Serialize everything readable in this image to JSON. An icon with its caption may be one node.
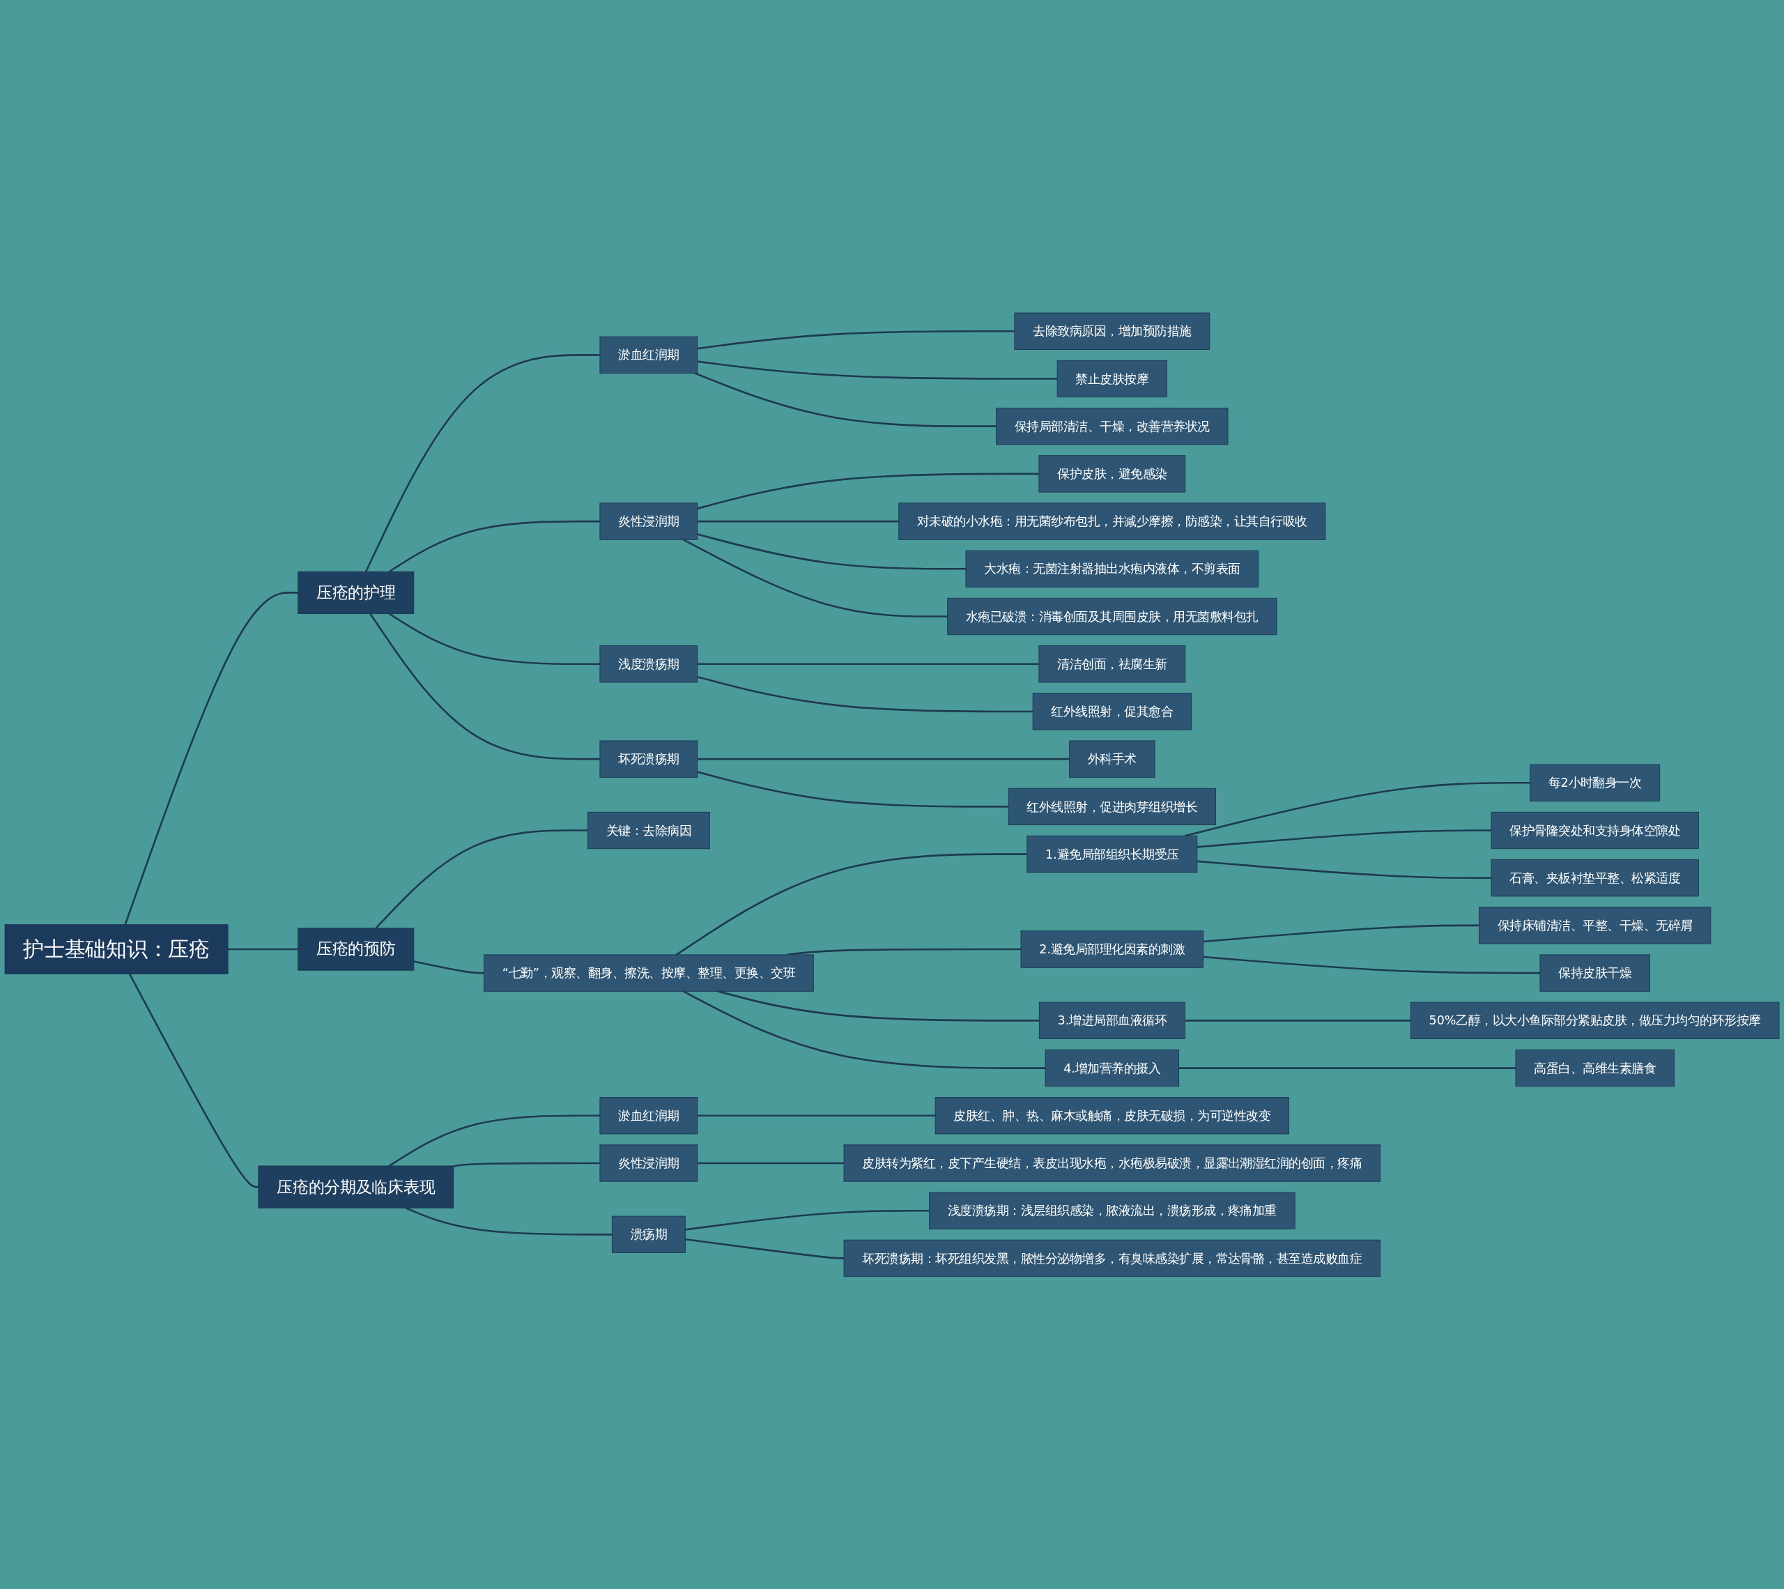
{
  "diagram": {
    "nodes": [
      {
        "text": [
          "护士基础知识：压疮"
        ]
      },
      {
        "text": [
          "压疮的护理"
        ]
      },
      {
        "text": [
          "淤血红润期"
        ]
      },
      {
        "text": [
          "去除致病原因，增加预防措施"
        ]
      },
      {
        "text": [
          "禁止皮肤按摩"
        ]
      },
      {
        "text": [
          "保持局部清洁、干燥，改善营养状况"
        ]
      },
      {
        "text": [
          "炎性浸润期"
        ]
      },
      {
        "text": [
          "保护皮肤，避免感染"
        ]
      },
      {
        "text": [
          "对未破的小水疱：用无菌纱布包扎，并减少摩擦，防感染，让其自行吸收"
        ]
      },
      {
        "text": [
          "大水疱：无菌注射器抽出水疱内液体，不剪表面"
        ]
      },
      {
        "text": [
          "水疱已破溃：消毒创面及其周围皮肤，用无菌敷料包扎"
        ]
      },
      {
        "text": [
          "浅度溃疡期"
        ]
      },
      {
        "text": [
          "清洁创面，祛腐生新"
        ]
      },
      {
        "text": [
          "红外线照射，促其愈合"
        ]
      },
      {
        "text": [
          "坏死溃疡期"
        ]
      },
      {
        "text": [
          "外科手术"
        ]
      },
      {
        "text": [
          "红外线照射，促进肉芽组织增长"
        ]
      },
      {
        "text": [
          "压疮的预防"
        ]
      },
      {
        "text": [
          "关键：去除病因"
        ]
      },
      {
        "text": [
          "“七勤”，观察、翻身、擦洗、按摩、整理、更换、交班"
        ]
      },
      {
        "text": [
          "1.避免局部组织长期受压"
        ]
      },
      {
        "text": [
          "每2小时翻身一次"
        ]
      },
      {
        "text": [
          "保护骨隆突处和支持身体空隙处"
        ]
      },
      {
        "text": [
          "石膏、夹板衬垫平整、松紧适度"
        ]
      },
      {
        "text": [
          "2.避免局部理化因素的刺激"
        ]
      },
      {
        "text": [
          "保持床铺清洁、平整、干燥、无碎屑"
        ]
      },
      {
        "text": [
          "保持皮肤干燥"
        ]
      },
      {
        "text": [
          "3.增进局部血液循环"
        ]
      },
      {
        "text": [
          "50%乙醇，以大小鱼际部分紧贴皮肤，做压力均匀的环形按摩"
        ]
      },
      {
        "text": [
          "4.增加营养的摄入"
        ]
      },
      {
        "text": [
          "高蛋白、高维生素膳食"
        ]
      },
      {
        "text": [
          "压疮的分期及临床表现"
        ]
      },
      {
        "text": [
          "淤血红润期"
        ]
      },
      {
        "text": [
          "皮肤红、肿、热、麻木或触痛，皮肤无破损，为可逆性改变"
        ]
      },
      {
        "text": [
          "炎性浸润期"
        ]
      },
      {
        "text": [
          "皮肤转为紫红，皮下产生硬结，表皮出现水疱，水疱极易破溃，显露出潮湿红润的创面，疼痛"
        ]
      },
      {
        "text": [
          "溃疡期"
        ]
      },
      {
        "text": [
          "浅度溃疡期：浅层组织感染，脓液流出，溃疡形成，疼痛加重"
        ]
      },
      {
        "text": [
          "坏死溃疡期：坏死组织发黑，脓性分泌物增多，有臭味感染扩展，常达骨骼，甚至造成败血症"
        ]
      }
    ],
    "edges": [
      {
        "from": 0,
        "to": 1,
        "arrow": "none"
      },
      {
        "from": 1,
        "to": 2,
        "arrow": "none"
      },
      {
        "from": 2,
        "to": 3,
        "arrow": "none"
      },
      {
        "from": 2,
        "to": 4,
        "arrow": "none"
      },
      {
        "from": 2,
        "to": 5,
        "arrow": "none"
      },
      {
        "from": 1,
        "to": 6,
        "arrow": "none"
      },
      {
        "from": 6,
        "to": 7,
        "arrow": "none"
      },
      {
        "from": 6,
        "to": 8,
        "arrow": "none"
      },
      {
        "from": 6,
        "to": 9,
        "arrow": "none"
      },
      {
        "from": 6,
        "to": 10,
        "arrow": "none"
      },
      {
        "from": 1,
        "to": 11,
        "arrow": "none"
      },
      {
        "from": 11,
        "to": 12,
        "arrow": "none"
      },
      {
        "from": 11,
        "to": 13,
        "arrow": "none"
      },
      {
        "from": 1,
        "to": 14,
        "arrow": "none"
      },
      {
        "from": 14,
        "to": 15,
        "arrow": "none"
      },
      {
        "from": 14,
        "to": 16,
        "arrow": "none"
      },
      {
        "from": 0,
        "to": 17,
        "arrow": "none"
      },
      {
        "from": 17,
        "to": 18,
        "arrow": "none"
      },
      {
        "from": 17,
        "to": 19,
        "arrow": "none"
      },
      {
        "from": 19,
        "to": 20,
        "arrow": "none"
      },
      {
        "from": 20,
        "to": 21,
        "arrow": "none"
      },
      {
        "from": 20,
        "to": 22,
        "arrow": "none"
      },
      {
        "from": 20,
        "to": 23,
        "arrow": "none"
      },
      {
        "from": 19,
        "to": 24,
        "arrow": "none"
      },
      {
        "from": 24,
        "to": 25,
        "arrow": "none"
      },
      {
        "from": 24,
        "to": 26,
        "arrow": "none"
      },
      {
        "from": 19,
        "to": 27,
        "arrow": "none"
      },
      {
        "from": 27,
        "to": 28,
        "arrow": "none"
      },
      {
        "from": 19,
        "to": 29,
        "arrow": "none"
      },
      {
        "from": 29,
        "to": 30,
        "arrow": "none"
      },
      {
        "from": 0,
        "to": 31,
        "arrow": "none"
      },
      {
        "from": 31,
        "to": 32,
        "arrow": "none"
      },
      {
        "from": 32,
        "to": 33,
        "arrow": "none"
      },
      {
        "from": 31,
        "to": 34,
        "arrow": "none"
      },
      {
        "from": 34,
        "to": 35,
        "arrow": "none"
      },
      {
        "from": 31,
        "to": 36,
        "arrow": "none"
      },
      {
        "from": 36,
        "to": 37,
        "arrow": "none"
      },
      {
        "from": 36,
        "to": 38,
        "arrow": "none"
      }
    ]
  }
}
